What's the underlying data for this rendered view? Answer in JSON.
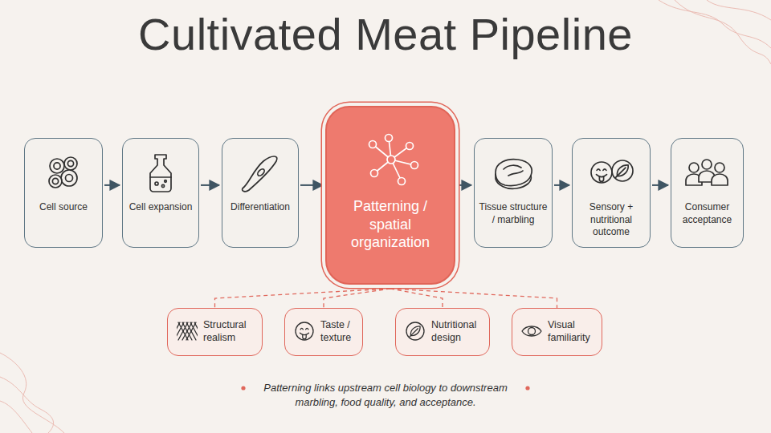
{
  "diagram": {
    "title": "Cultivated Meat Pipeline",
    "caption": "Patterning links upstream cell biology to downstream marbling, food quality, and acceptance.",
    "nodes": [
      {
        "text": [
          "Cell source"
        ]
      },
      {
        "text": [
          "Cell expansion"
        ]
      },
      {
        "text": [
          "Differentiation"
        ]
      },
      {
        "text": [
          "Patterning / spatial organization"
        ]
      },
      {
        "text": [
          "Tissue structure / marbling"
        ]
      },
      {
        "text": [
          "Sensory + nutritional outcome"
        ]
      },
      {
        "text": [
          "Consumer acceptance"
        ]
      },
      {
        "text": [
          "Structural realism"
        ]
      },
      {
        "text": [
          "Taste / texture"
        ]
      },
      {
        "text": [
          "Nutritional design"
        ]
      },
      {
        "text": [
          "Visual familiarity"
        ]
      }
    ],
    "edges": [
      {
        "from": 0,
        "to": 1,
        "arrow": "to"
      },
      {
        "from": 1,
        "to": 2,
        "arrow": "to"
      },
      {
        "from": 2,
        "to": 3,
        "arrow": "to"
      },
      {
        "from": 3,
        "to": 4,
        "arrow": "to"
      },
      {
        "from": 4,
        "to": 5,
        "arrow": "to"
      },
      {
        "from": 5,
        "to": 6,
        "arrow": "to"
      },
      {
        "from": 3,
        "to": 7,
        "arrow": "none"
      },
      {
        "from": 3,
        "to": 8,
        "arrow": "none"
      },
      {
        "from": 3,
        "to": 9,
        "arrow": "none"
      },
      {
        "from": 3,
        "to": 10,
        "arrow": "none"
      }
    ]
  }
}
